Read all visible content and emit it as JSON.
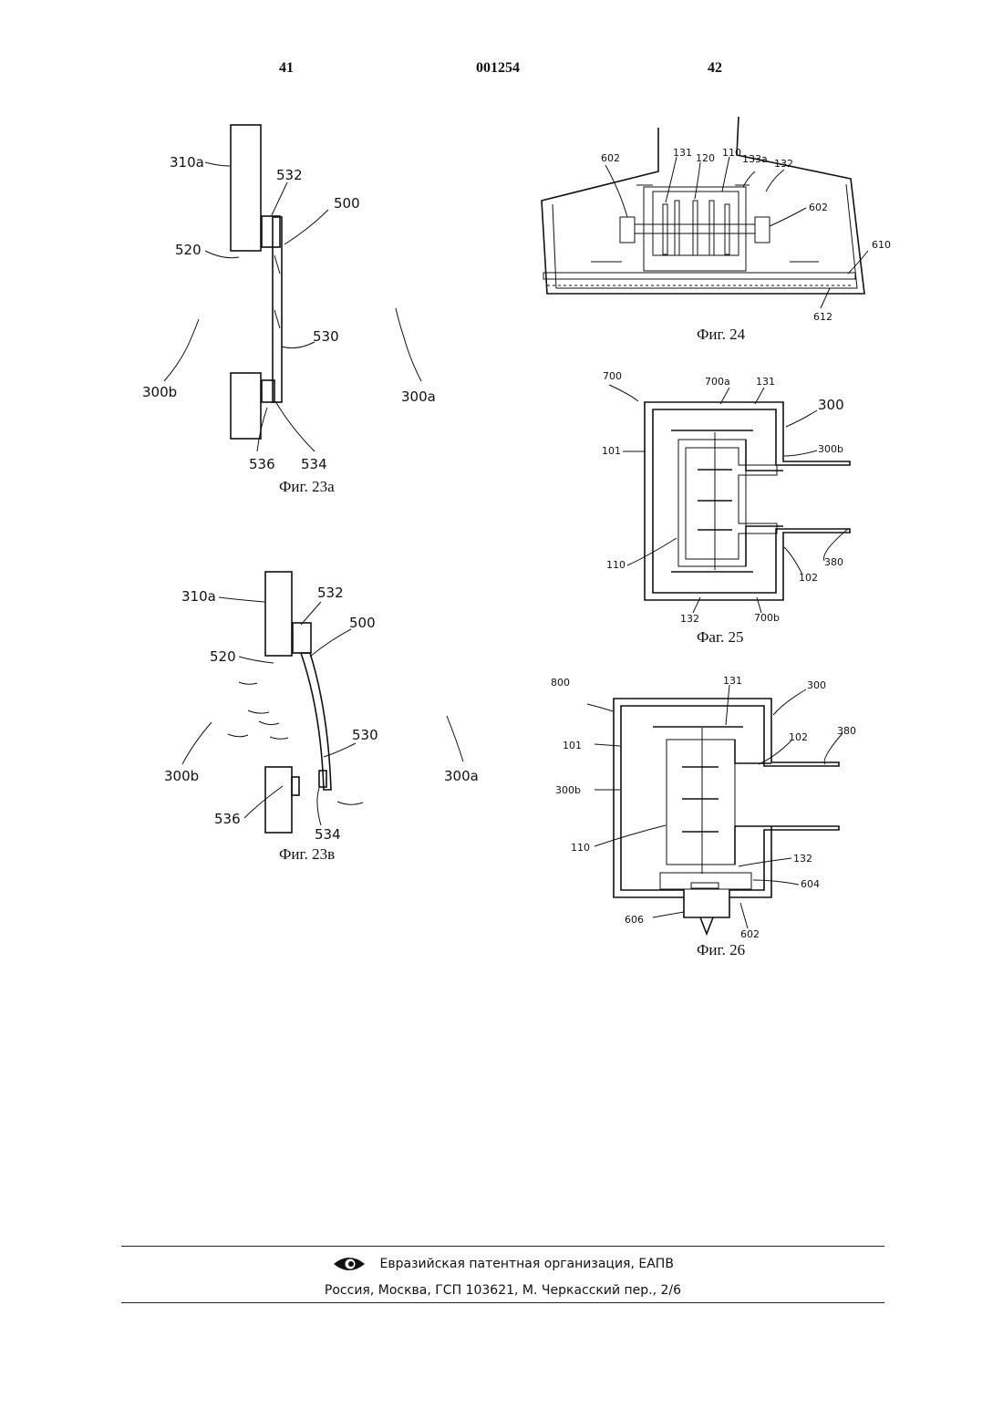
{
  "header": {
    "page_left": "41",
    "doc_number": "001254",
    "page_right": "42"
  },
  "fig23a": {
    "caption": "Фиг. 23а",
    "labels": {
      "l310a": "310a",
      "l532": "532",
      "l500": "500",
      "l520": "520",
      "l530": "530",
      "l300b": "300b",
      "l300a": "300a",
      "l536": "536",
      "l534": "534"
    }
  },
  "fig23b": {
    "caption": "Фиг. 23в",
    "labels": {
      "l310a": "310a",
      "l532": "532",
      "l500": "500",
      "l520": "520",
      "l530": "530",
      "l300b": "300b",
      "l300a": "300a",
      "l536": "536",
      "l534": "534"
    }
  },
  "fig24": {
    "caption": "Фиг. 24",
    "labels": {
      "l602a": "602",
      "l131": "131",
      "l120": "120",
      "l110": "110",
      "l133a": "133a",
      "l132": "132",
      "l602b": "602",
      "l610": "610",
      "l612": "612"
    }
  },
  "fig25": {
    "caption": "Фаг. 25",
    "labels": {
      "l700": "700",
      "l700a": "700a",
      "l131": "131",
      "l300": "300",
      "l101": "101",
      "l300b": "300b",
      "l110": "110",
      "l102": "102",
      "l380": "380",
      "l132": "132",
      "l700b": "700b"
    }
  },
  "fig26": {
    "caption": "Фиг. 26",
    "labels": {
      "l800": "800",
      "l131": "131",
      "l300": "300",
      "l380": "380",
      "l101": "101",
      "l102": "102",
      "l300b": "300b",
      "l110": "110",
      "l132": "132",
      "l604": "604",
      "l606": "606",
      "l602": "602"
    }
  },
  "footer": {
    "org": "Евразийская патентная организация, ЕАПВ",
    "address": "Россия, Москва, ГСП 103621, М. Черкасский пер., 2/6",
    "logo_icon": "eapo-eye-logo-icon"
  }
}
